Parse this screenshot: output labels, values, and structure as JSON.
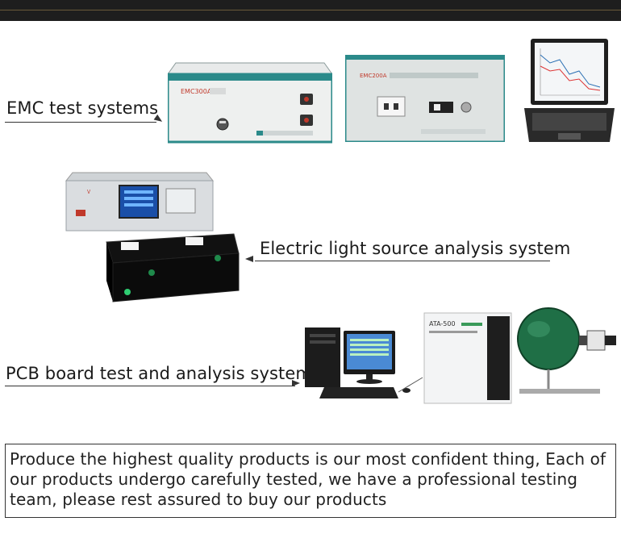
{
  "labels": {
    "emc": "EMC test systems",
    "light": "Electric light source analysis system",
    "pcb": "PCB board test and analysis system"
  },
  "equipment": {
    "emc1_model": "EMC300A",
    "emc2_model": "EMC200A",
    "spectro_model": "ATA-500"
  },
  "statement": "Produce the highest quality products is our most confident thing, Each of our products undergo carefully tested, we have  a professional testing team, please rest assured to buy our products"
}
